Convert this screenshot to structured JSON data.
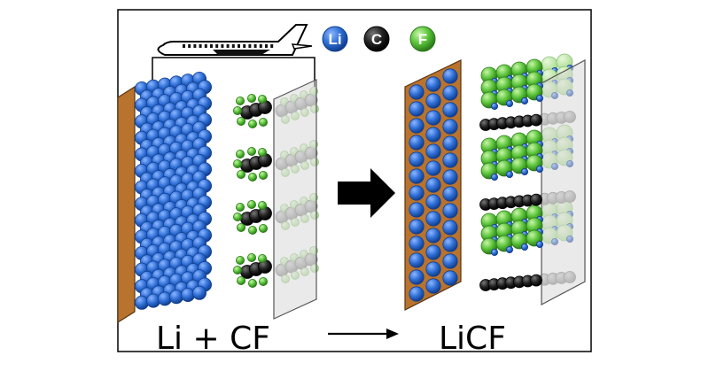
{
  "legend": [
    {
      "symbol": "Li",
      "color": "#2f6fd6",
      "text_color": "#ffffff"
    },
    {
      "symbol": "C",
      "color": "#1d1d1d",
      "text_color": "#ffffff"
    },
    {
      "symbol": "F",
      "color": "#5ac43a",
      "text_color": "#ffffff"
    }
  ],
  "equation": {
    "left": "Li + CF",
    "right": "LiCF"
  },
  "icons": [
    "airplane-icon",
    "arrow-right-icon"
  ],
  "colors": {
    "frame": "#000000",
    "current_collector": "#b8732e",
    "lithium": "#2f6fd6",
    "carbon": "#1d1d1d",
    "fluorine": "#5ac43a",
    "glass": "#d8d8d8"
  }
}
